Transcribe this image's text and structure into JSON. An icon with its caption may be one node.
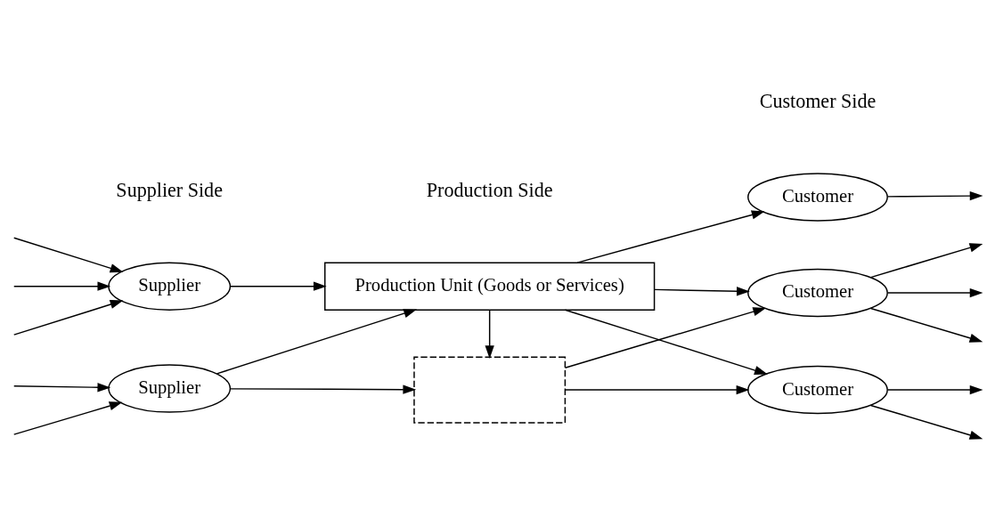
{
  "diagram": {
    "nodes": [
      {
        "text": [
          "Supplier"
        ]
      },
      {
        "text": [
          "Supplier"
        ]
      },
      {
        "text": [],
        "shape": "box"
      },
      {
        "text": [
          "Production Unit (Goods or Services)"
        ]
      },
      {
        "text": [
          "Customer"
        ]
      },
      {
        "text": [
          "Customer"
        ]
      },
      {
        "text": [
          "Customer"
        ]
      }
    ],
    "edges": [
      {
        "from": null,
        "to": 0,
        "arrow": "to"
      },
      {
        "from": null,
        "to": 0,
        "arrow": "to"
      },
      {
        "from": null,
        "to": 1,
        "arrow": "to"
      },
      {
        "from": null,
        "to": 1,
        "arrow": "to"
      },
      {
        "from": null,
        "to": 1,
        "arrow": "to"
      },
      {
        "from": 0,
        "to": 2,
        "arrow": "to"
      },
      {
        "from": 0,
        "to": 3,
        "arrow": "to"
      },
      {
        "from": 1,
        "to": 3,
        "arrow": "to"
      },
      {
        "from": 3,
        "to": 2,
        "arrow": "to"
      },
      {
        "from": 2,
        "to": 4,
        "arrow": "to"
      },
      {
        "from": 2,
        "to": 6,
        "arrow": "to"
      },
      {
        "from": 3,
        "to": 4,
        "arrow": "to"
      },
      {
        "from": 3,
        "to": 5,
        "arrow": "to"
      },
      {
        "from": 3,
        "to": 6,
        "arrow": "to"
      },
      {
        "from": 4,
        "to": null,
        "arrow": "to"
      },
      {
        "from": 4,
        "to": null,
        "arrow": "to"
      },
      {
        "from": 4,
        "to": null,
        "arrow": "to"
      },
      {
        "from": 5,
        "to": null,
        "arrow": "to"
      },
      {
        "from": 6,
        "to": null,
        "arrow": "to"
      },
      {
        "from": 6,
        "to": null,
        "arrow": "to"
      }
    ],
    "labels": [
      "Supplier Side",
      "Production Side",
      "Customer Side"
    ]
  }
}
